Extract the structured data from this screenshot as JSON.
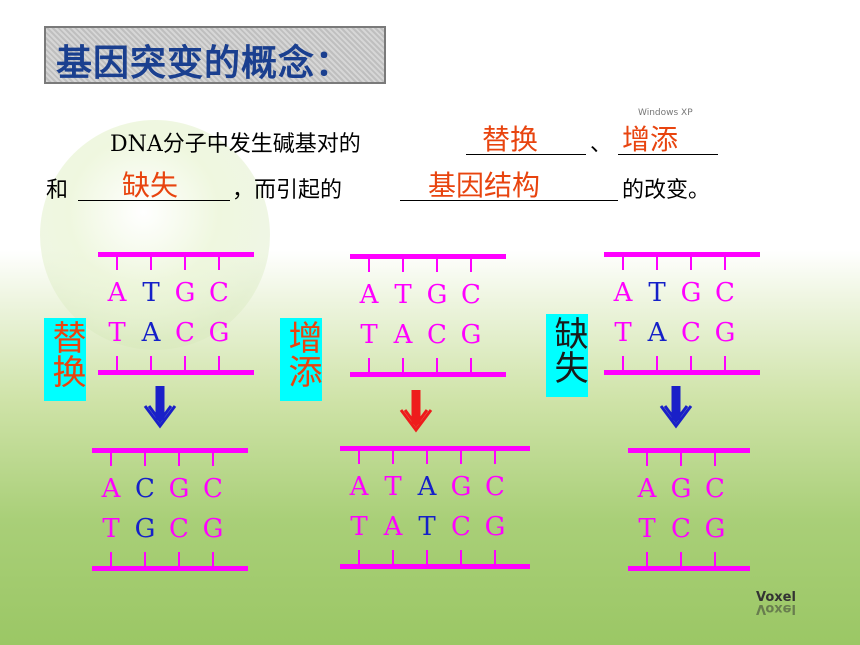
{
  "title": "基因突变的概念：",
  "watermark_top": "Windows XP",
  "sentence": {
    "line1_prefix": "DNA分子中发生碱基对的",
    "sep": "、",
    "line2_prefix": "和",
    "line2_mid": "，而引起的",
    "line2_suffix": "的改变。"
  },
  "answers": {
    "a1": "替换",
    "a2": "增添",
    "a3": "缺失",
    "a4": "基因结构"
  },
  "types": {
    "substitution": "替换",
    "insertion": "增添",
    "deletion": "缺失"
  },
  "colors": {
    "backbone": "#ff00ff",
    "base_default": "#ff00ff",
    "base_changed": "#1520c8",
    "answer": "#e8440f",
    "label_bg": "#00ffff"
  },
  "diagrams": {
    "substitution": {
      "before": {
        "top": [
          "A",
          "T",
          "G",
          "C"
        ],
        "bottom": [
          "T",
          "A",
          "C",
          "G"
        ]
      },
      "after": {
        "top": [
          "A",
          "C",
          "G",
          "C"
        ],
        "bottom": [
          "T",
          "G",
          "C",
          "G"
        ]
      }
    },
    "insertion": {
      "before": {
        "top": [
          "A",
          "T",
          "G",
          "C"
        ],
        "bottom": [
          "T",
          "A",
          "C",
          "G"
        ]
      },
      "after": {
        "top": [
          "A",
          "T",
          "A",
          "G",
          "C"
        ],
        "bottom": [
          "T",
          "A",
          "T",
          "C",
          "G"
        ]
      }
    },
    "deletion": {
      "before": {
        "top": [
          "A",
          "T",
          "G",
          "C"
        ],
        "bottom": [
          "T",
          "A",
          "C",
          "G"
        ]
      },
      "after": {
        "top": [
          "A",
          "G",
          "C"
        ],
        "bottom": [
          "T",
          "C",
          "G"
        ]
      }
    }
  },
  "footer_logo": "Voxel"
}
